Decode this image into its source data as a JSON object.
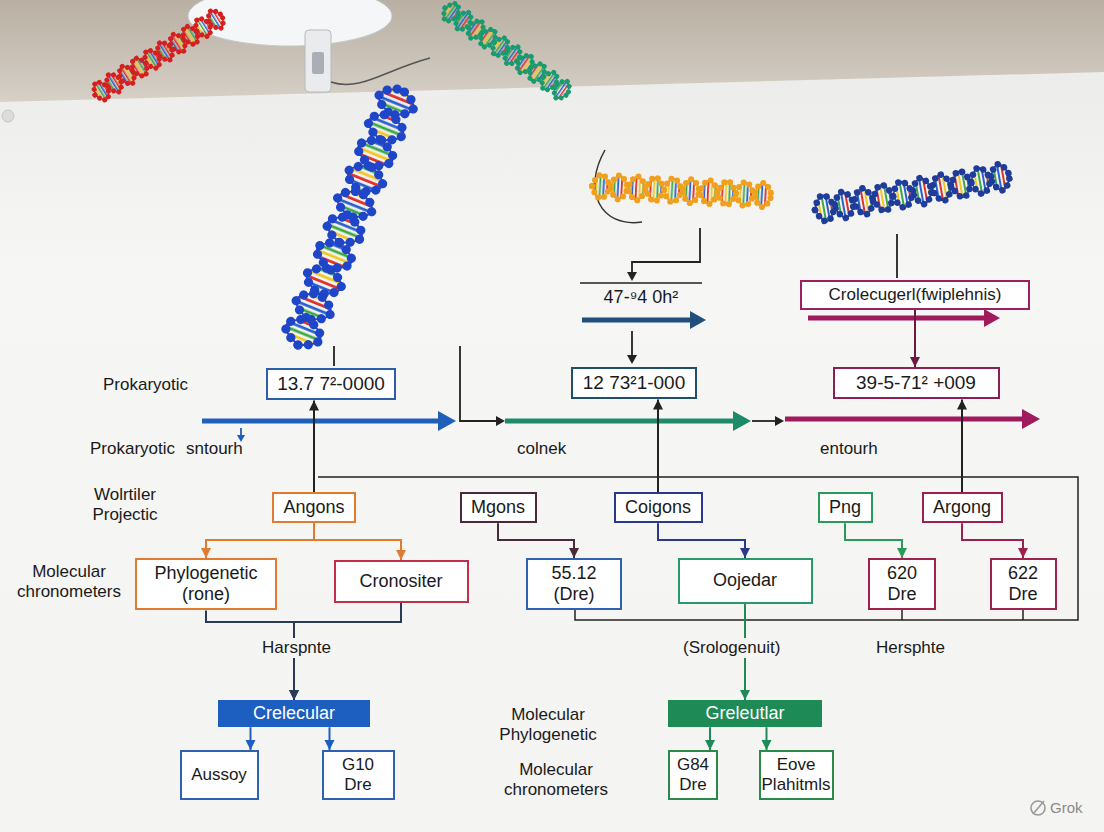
{
  "diagram": {
    "nodes": [
      {
        "text": [
          "Crolecugerl(fwiplehnis)"
        ]
      },
      {
        "text": [
          "13.7 7²-0000"
        ]
      },
      {
        "text": [
          "12 73²1-000"
        ]
      },
      {
        "text": [
          "39-5-71² +009"
        ]
      },
      {
        "text": [
          "Angons"
        ]
      },
      {
        "text": [
          "Mgons"
        ]
      },
      {
        "text": [
          "Coigons"
        ]
      },
      {
        "text": [
          "Png"
        ]
      },
      {
        "text": [
          "Argong"
        ]
      },
      {
        "text": [
          "Phylogenetic (rone)"
        ]
      },
      {
        "text": [
          "Cronositer"
        ]
      },
      {
        "text": [
          "55.12 (Dre)"
        ]
      },
      {
        "text": [
          "Oojedar"
        ]
      },
      {
        "text": [
          "620 Dre"
        ]
      },
      {
        "text": [
          "622 Dre"
        ]
      },
      {
        "text": [
          "Crelecular"
        ]
      },
      {
        "text": [
          "Greleutlar"
        ]
      },
      {
        "text": [
          "Aussoy"
        ]
      },
      {
        "text": [
          "G10 Dre"
        ]
      },
      {
        "text": [
          "G84 Dre"
        ]
      },
      {
        "text": [
          "Eove Plahitmls"
        ]
      }
    ],
    "edges": [
      {
        "from": 0,
        "to": 3,
        "arrow": "to"
      },
      {
        "from": 4,
        "to": 1,
        "arrow": "to"
      },
      {
        "from": 6,
        "to": 2,
        "arrow": "to"
      },
      {
        "from": 8,
        "to": 3,
        "arrow": "to"
      },
      {
        "from": 4,
        "to": 9,
        "arrow": "to"
      },
      {
        "from": 4,
        "to": 10,
        "arrow": "to"
      },
      {
        "from": 5,
        "to": 11,
        "arrow": "to"
      },
      {
        "from": 6,
        "to": 12,
        "arrow": "to"
      },
      {
        "from": 7,
        "to": 13,
        "arrow": "to"
      },
      {
        "from": 8,
        "to": 14,
        "arrow": "to"
      },
      {
        "from": 9,
        "to": 15,
        "arrow": "to"
      },
      {
        "from": 10,
        "to": 15,
        "arrow": "to"
      },
      {
        "from": 12,
        "to": 16,
        "arrow": "to"
      },
      {
        "from": 15,
        "to": 17,
        "arrow": "to"
      },
      {
        "from": 15,
        "to": 18,
        "arrow": "to"
      },
      {
        "from": 16,
        "to": 19,
        "arrow": "to"
      },
      {
        "from": 16,
        "to": 20,
        "arrow": "to"
      }
    ],
    "labels": [
      "47-⁹4 0h²",
      "Prokaryotic",
      "Prokaryotic",
      "sntourh",
      "colnek",
      "entourh",
      "Wolrtiler Projectic",
      "Molecular chronometers",
      "Harspnte",
      "(Srologenuit)",
      "Hersphte",
      "Molecular Phylogenetic",
      "Molecular chronometers",
      "Grok"
    ]
  }
}
